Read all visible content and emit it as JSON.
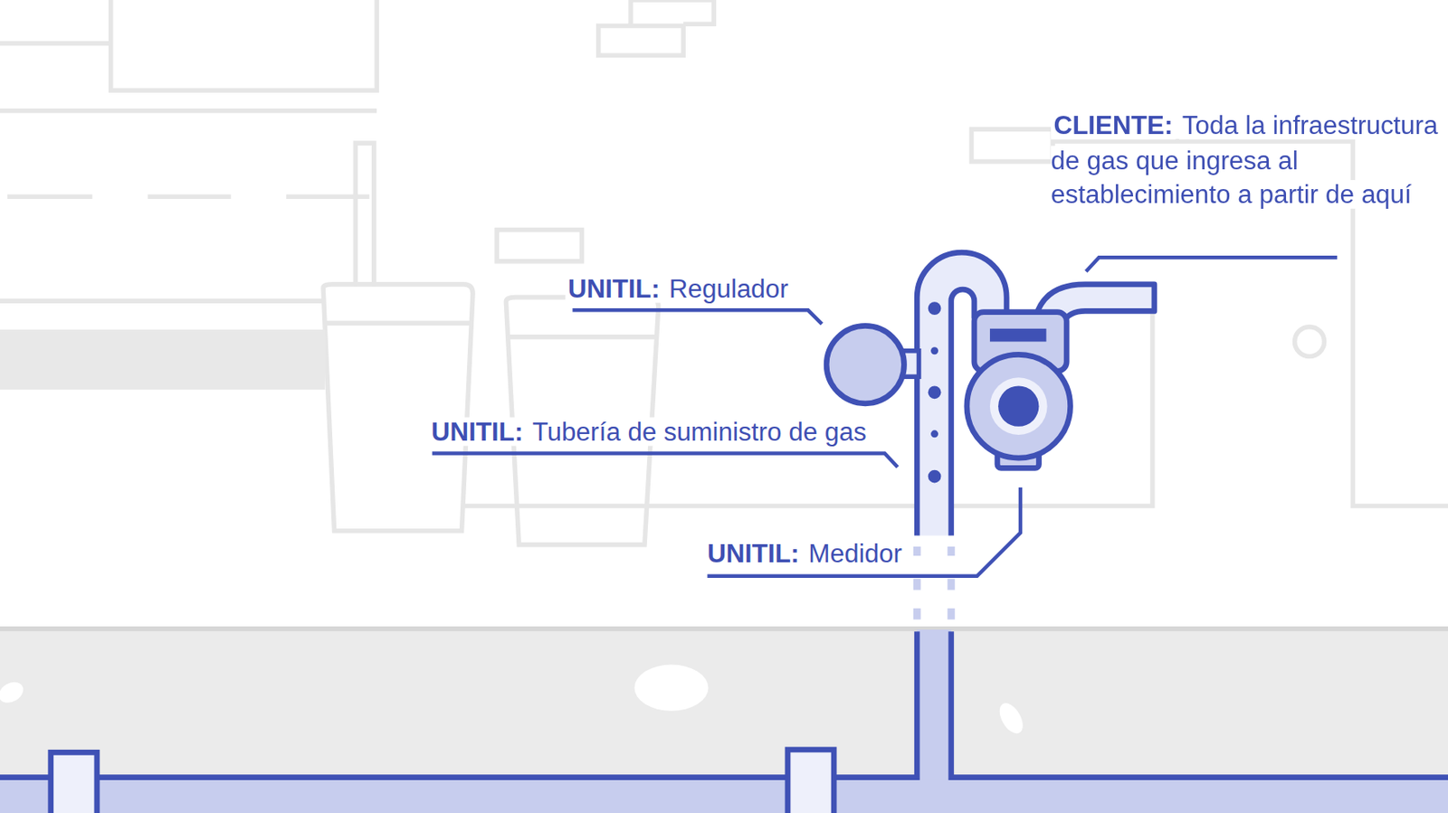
{
  "diagram": {
    "labels": [
      "CLIENTE:",
      "Toda la infraestructura de gas que ingresa al establecimiento a partir de aquí",
      "UNITIL:",
      "Regulador",
      "UNITIL:",
      "Tubería de suministro de gas",
      "UNITIL:",
      "Medidor"
    ]
  }
}
